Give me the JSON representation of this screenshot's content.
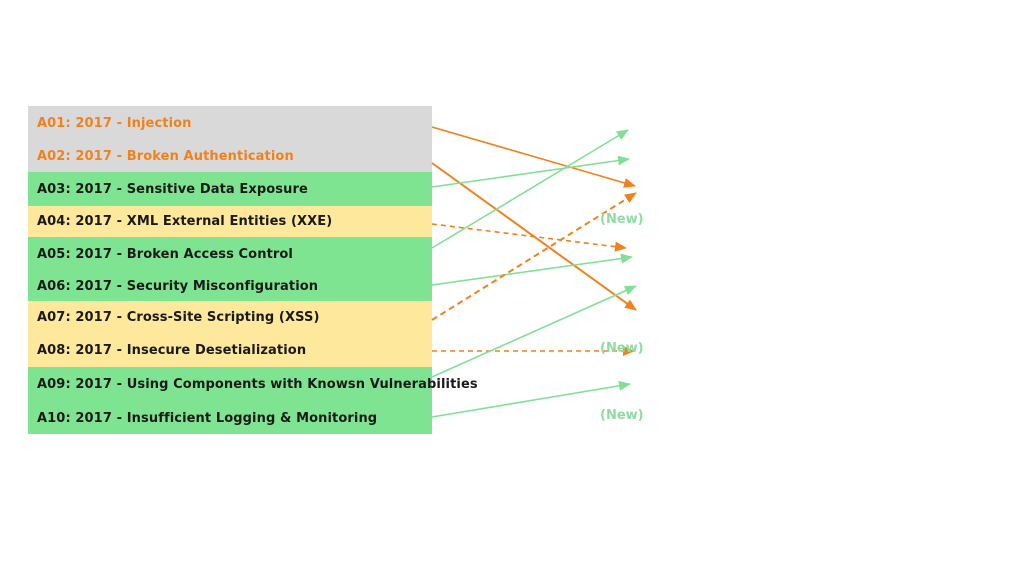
{
  "diagram": {
    "items": [
      {
        "label": "A01: 2017 - Injection",
        "bg": "#d9d9d9",
        "color": "#f0821e"
      },
      {
        "label": "A02: 2017 - Broken Authentication",
        "bg": "#d9d9d9",
        "color": "#f0821e"
      },
      {
        "label": "A03: 2017 - Sensitive Data Exposure",
        "bg": "#7ee491",
        "color": "#1a1a1a"
      },
      {
        "label": "A04: 2017 - XML External Entities (XXE)",
        "bg": "#fde89c",
        "color": "#1a1a1a"
      },
      {
        "label": "A05: 2017 - Broken Access Control",
        "bg": "#7ee491",
        "color": "#1a1a1a"
      },
      {
        "label": "A06: 2017 - Security Misconfiguration",
        "bg": "#7ee491",
        "color": "#1a1a1a"
      },
      {
        "label": "A07: 2017 - Cross-Site Scripting (XSS)",
        "bg": "#fde89c",
        "color": "#1a1a1a"
      },
      {
        "label": "A08: 2017 - Insecure Desetialization",
        "bg": "#fde89c",
        "color": "#1a1a1a"
      },
      {
        "label": "A09: 2017 - Using Components with Knowsn Vulnerabilities",
        "bg": "#7ee491",
        "color": "#1a1a1a"
      },
      {
        "label": "A10: 2017 - Insufficient Logging & Monitoring",
        "bg": "#7ee491",
        "color": "#1a1a1a"
      }
    ],
    "new_labels": [
      "(New)",
      "(New)",
      "(New)"
    ],
    "colors": {
      "orange": "#f0821e",
      "green": "#82e096",
      "new_label": "#8fdca3"
    }
  }
}
